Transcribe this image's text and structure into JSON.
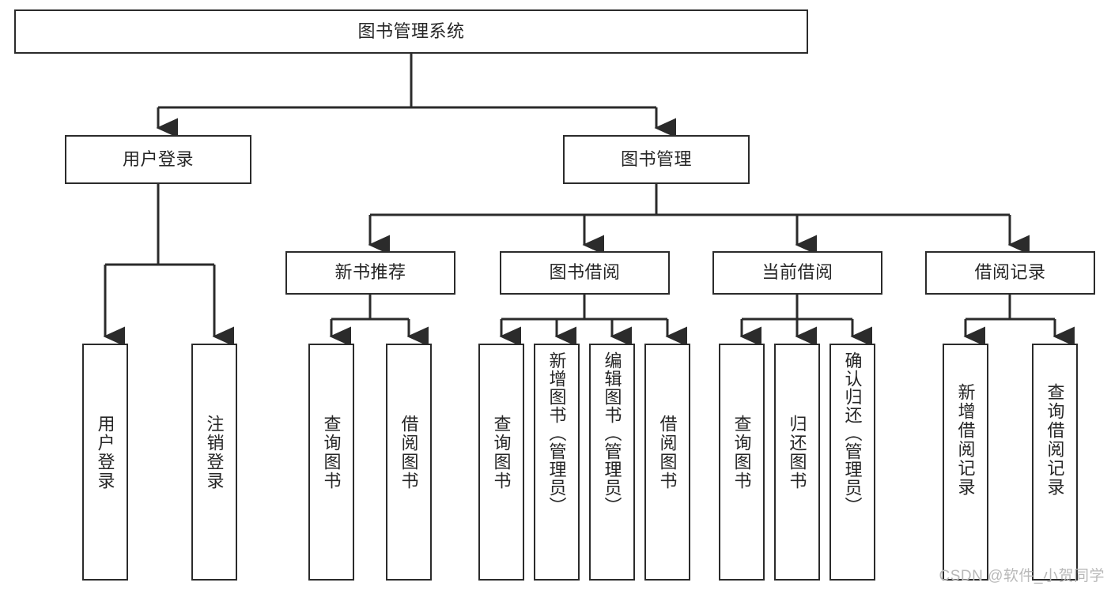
{
  "diagram": {
    "title": "图书管理系统",
    "type": "hierarchy-tree",
    "stroke_color": "#2b2b2b",
    "fill_color": "#ffffff",
    "text_color": "#262626",
    "nodes": {
      "root": {
        "label": "图书管理系统"
      },
      "user_login": {
        "label": "用户登录"
      },
      "book_manage": {
        "label": "图书管理"
      },
      "new_book_rec": {
        "label": "新书推荐"
      },
      "book_borrow": {
        "label": "图书借阅"
      },
      "current_borrow": {
        "label": "当前借阅"
      },
      "borrow_record": {
        "label": "借阅记录"
      },
      "leaf_user_login": {
        "label": "用户登录"
      },
      "leaf_logout": {
        "label": "注销登录"
      },
      "leaf_query_book_a": {
        "label": "查询图书"
      },
      "leaf_borrow_book_a": {
        "label": "借阅图书"
      },
      "leaf_query_book_b": {
        "label": "查询图书"
      },
      "leaf_add_book": {
        "label": "新增图书（管理员）"
      },
      "leaf_edit_book": {
        "label": "编辑图书（管理员）"
      },
      "leaf_borrow_book_b": {
        "label": "借阅图书"
      },
      "leaf_query_book_c": {
        "label": "查询图书"
      },
      "leaf_return_book": {
        "label": "归还图书"
      },
      "leaf_confirm_return": {
        "label": "确认归还（管理员）"
      },
      "leaf_add_record": {
        "label": "新增借阅记录"
      },
      "leaf_query_record": {
        "label": "查询借阅记录"
      }
    }
  },
  "watermark": {
    "text": "CSDN @软件_小贺同学"
  }
}
